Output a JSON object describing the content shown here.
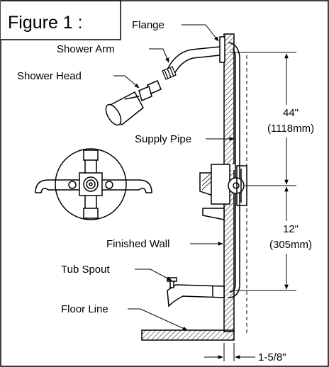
{
  "figure": {
    "title": "Figure 1 :",
    "labels": {
      "flange": "Flange",
      "shower_arm": "Shower Arm",
      "shower_head": "Shower Head",
      "supply_pipe": "Supply Pipe",
      "finished_wall": "Finished Wall",
      "tub_spout": "Tub Spout",
      "floor_line": "Floor Line"
    },
    "dimensions": {
      "upper_in": "44\"",
      "upper_mm": "(1118mm)",
      "lower_in": "12\"",
      "lower_mm": "(305mm)",
      "wall_offset": "1-5/8\""
    }
  }
}
